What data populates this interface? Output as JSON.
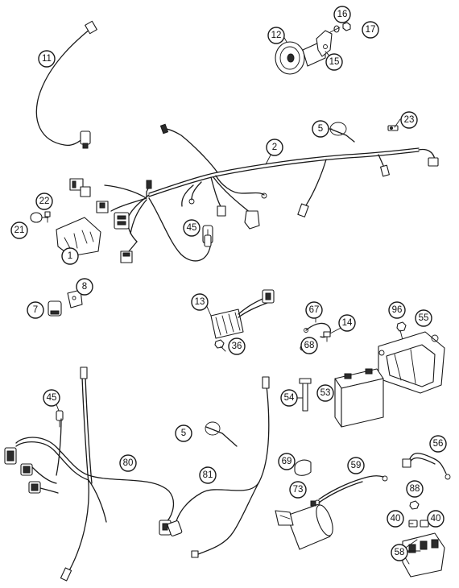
{
  "callouts": {
    "c1": "1",
    "c2": "2",
    "c5a": "5",
    "c5b": "5",
    "c7": "7",
    "c8": "8",
    "c11": "11",
    "c12": "12",
    "c13": "13",
    "c14": "14",
    "c15": "15",
    "c16": "16",
    "c17": "17",
    "c21": "21",
    "c22": "22",
    "c23": "23",
    "c36": "36",
    "c40a": "40",
    "c40b": "40",
    "c45a": "45",
    "c45b": "45",
    "c53": "53",
    "c54": "54",
    "c55": "55",
    "c56": "56",
    "c58": "58",
    "c59": "59",
    "c67": "67",
    "c68": "68",
    "c69": "69",
    "c73": "73",
    "c80": "80",
    "c81": "81",
    "c88": "88",
    "c96": "96"
  },
  "colors": {
    "line": "#1a1a1a",
    "background": "#ffffff",
    "fill_dark": "#2b2b2b",
    "fill_grey": "#bdbdbd"
  }
}
